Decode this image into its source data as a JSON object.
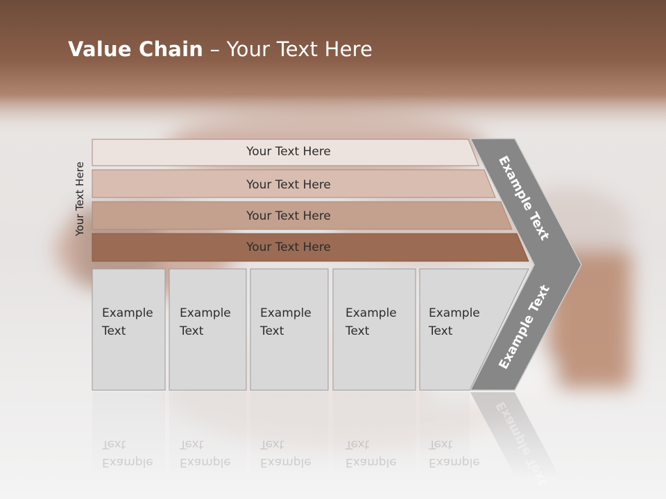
{
  "slide": {
    "title_bold": "Value Chain",
    "title_rest": " – Your Text Here",
    "side_label": "Your Text Here"
  },
  "support_rows": [
    "Your Text Here",
    "Your Text Here",
    "Your Text Here",
    "Your Text Here"
  ],
  "primary_boxes": [
    {
      "line1": "Example",
      "line2": "Text"
    },
    {
      "line1": "Example",
      "line2": "Text"
    },
    {
      "line1": "Example",
      "line2": "Text"
    },
    {
      "line1": "Example",
      "line2": "Text"
    },
    {
      "line1": "Example",
      "line2": "Text"
    }
  ],
  "arrow": {
    "upper_text": "Example Text",
    "lower_text": "Example Text"
  },
  "colors": {
    "header": "#7a5442",
    "row1": "#ede3de",
    "row2": "#d8bdb0",
    "row3": "#c4a08e",
    "row4": "#9b6b54",
    "box": "#d8d8d8",
    "arrow": "#878787"
  }
}
